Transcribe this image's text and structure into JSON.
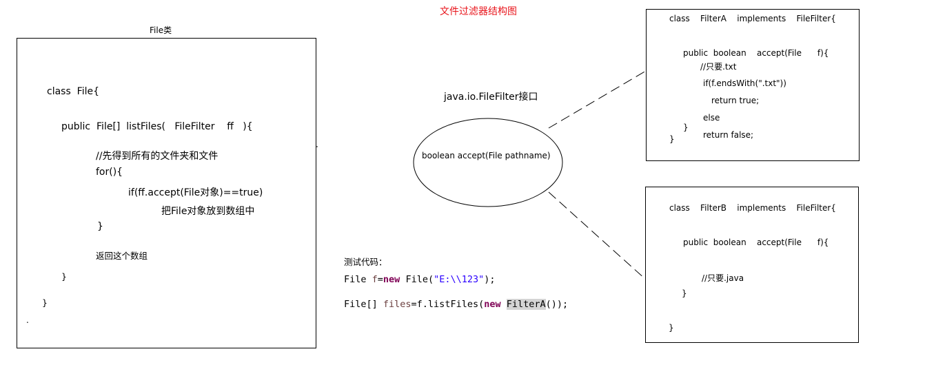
{
  "title": "文件过滤器结构图",
  "file_class": {
    "caption": "File类",
    "lines": [
      "class  File{",
      "public  File[]  listFiles(   FileFilter    ff   ){",
      "//先得到所有的文件夹和文件",
      "for(){",
      "if(ff.accept(File对象)==true)",
      "把File对象放到数组中",
      "}",
      "返回这个数组",
      "}",
      "}",
      "."
    ]
  },
  "interface": {
    "label": "java.io.FileFilter接口",
    "method": "boolean accept(File pathname)"
  },
  "test_code": {
    "heading": "测试代码：",
    "line1": {
      "a": "File ",
      "b": "f",
      "c": "=",
      "d": "new",
      "e": " File(",
      "f": "\"E:\\\\123\"",
      "g": ");"
    },
    "line2": {
      "a": "File[] ",
      "b": "files",
      "c": "=f.listFiles(",
      "d": "new",
      "e": " ",
      "f": "FilterA",
      "g": "());"
    }
  },
  "filter_a": {
    "lines": [
      "class    FilterA    implements    FileFilter{",
      "public  boolean    accept(File      f){",
      "//只要.txt",
      "if(f.endsWith(\".txt\"))",
      "return true;",
      "else",
      "}",
      "return false;",
      "}"
    ]
  },
  "filter_b": {
    "lines": [
      "class    FilterB    implements    FileFilter{",
      "public  boolean    accept(File      f){",
      "//只要.java",
      "}",
      "}"
    ]
  }
}
